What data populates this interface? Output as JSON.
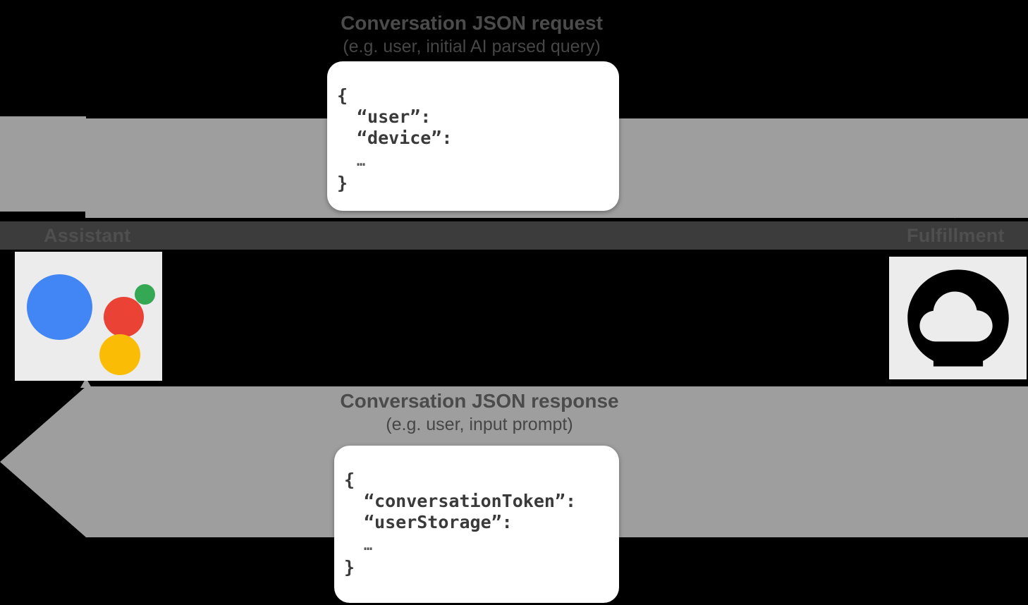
{
  "diagram": {
    "title": "Conversation JSON request/response flow",
    "colors": {
      "background": "#000000",
      "arrow_band": "#9e9e9e",
      "center_rail": "#3c3c3c",
      "tile_background": "#ececec",
      "card_background": "#ffffff",
      "google_blue": "#4285F4",
      "google_red": "#EA4335",
      "google_green": "#34A853",
      "google_yellow": "#FBBC05"
    }
  },
  "nodes": {
    "assistant": {
      "label": "Assistant",
      "icon": "google-assistant-logo"
    },
    "fulfillment": {
      "label": "Fulfillment",
      "icon": "cloud-functions-icon"
    }
  },
  "flows": {
    "request": {
      "title": "Conversation JSON request",
      "subtitle": "(e.g. user, initial AI parsed query)",
      "direction": "assistant-to-fulfillment"
    },
    "response": {
      "title": "Conversation JSON response",
      "subtitle": "(e.g. user, input prompt)",
      "direction": "fulfillment-to-assistant"
    }
  },
  "payloads": {
    "request_json": {
      "lines": [
        {
          "text": "{",
          "indent": false,
          "ellipsis": false
        },
        {
          "text": "“user”:",
          "indent": true,
          "ellipsis": false
        },
        {
          "text": "“device”:",
          "indent": true,
          "ellipsis": false
        },
        {
          "text": "…",
          "indent": true,
          "ellipsis": true
        },
        {
          "text": "}",
          "indent": false,
          "ellipsis": false
        }
      ]
    },
    "response_json": {
      "lines": [
        {
          "text": "{",
          "indent": false,
          "ellipsis": false
        },
        {
          "text": "“conversationToken”:",
          "indent": true,
          "ellipsis": false
        },
        {
          "text": "“userStorage”:",
          "indent": true,
          "ellipsis": false
        },
        {
          "text": "…",
          "indent": true,
          "ellipsis": true
        },
        {
          "text": "}",
          "indent": false,
          "ellipsis": false
        }
      ]
    }
  }
}
